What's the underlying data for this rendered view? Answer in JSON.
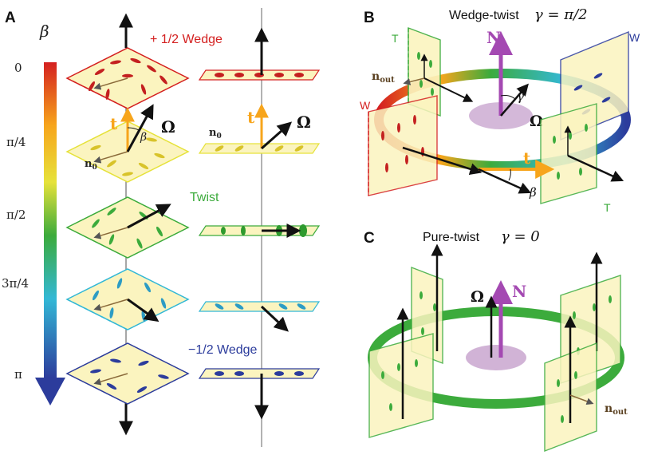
{
  "panels": {
    "a": {
      "letter": "A",
      "beta_symbol": "β",
      "scale_ticks": [
        "0",
        "π/4",
        "π/2",
        "3π/4",
        "π"
      ],
      "label_plus_half_wedge": "+ 1/2 Wedge",
      "label_twist": "Twist",
      "label_minus_half_wedge": "−1/2 Wedge",
      "t_label": "t",
      "omega_label": "Ω",
      "beta_label": "β",
      "n0_label": "n",
      "n0_sub": "0"
    },
    "b": {
      "letter": "B",
      "title_text": "Wedge-twist",
      "title_math": "γ = π/2",
      "N_label": "N",
      "omega_label": "Ω",
      "gamma_label": "γ",
      "t_label": "t",
      "beta_label": "β",
      "nout_label": "n",
      "nout_sub": "out",
      "corner_labels": [
        "T",
        "W",
        "W",
        "T"
      ]
    },
    "c": {
      "letter": "C",
      "title_text": "Pure-twist",
      "title_math": "γ = 0",
      "N_label": "N",
      "omega_label": "Ω",
      "nout_label": "n",
      "nout_sub": "out"
    }
  },
  "colors": {
    "red": "#d42020",
    "orange": "#f7a51c",
    "yellow": "#e6e23a",
    "green": "#3cab3c",
    "cyan": "#33b8d6",
    "blue": "#2c3c9c",
    "purple": "#a449b2",
    "panel_fill": "#fbf4bf",
    "text_green": "#3cab3c",
    "text_red": "#d42020",
    "text_blue": "#2c3c9c"
  }
}
